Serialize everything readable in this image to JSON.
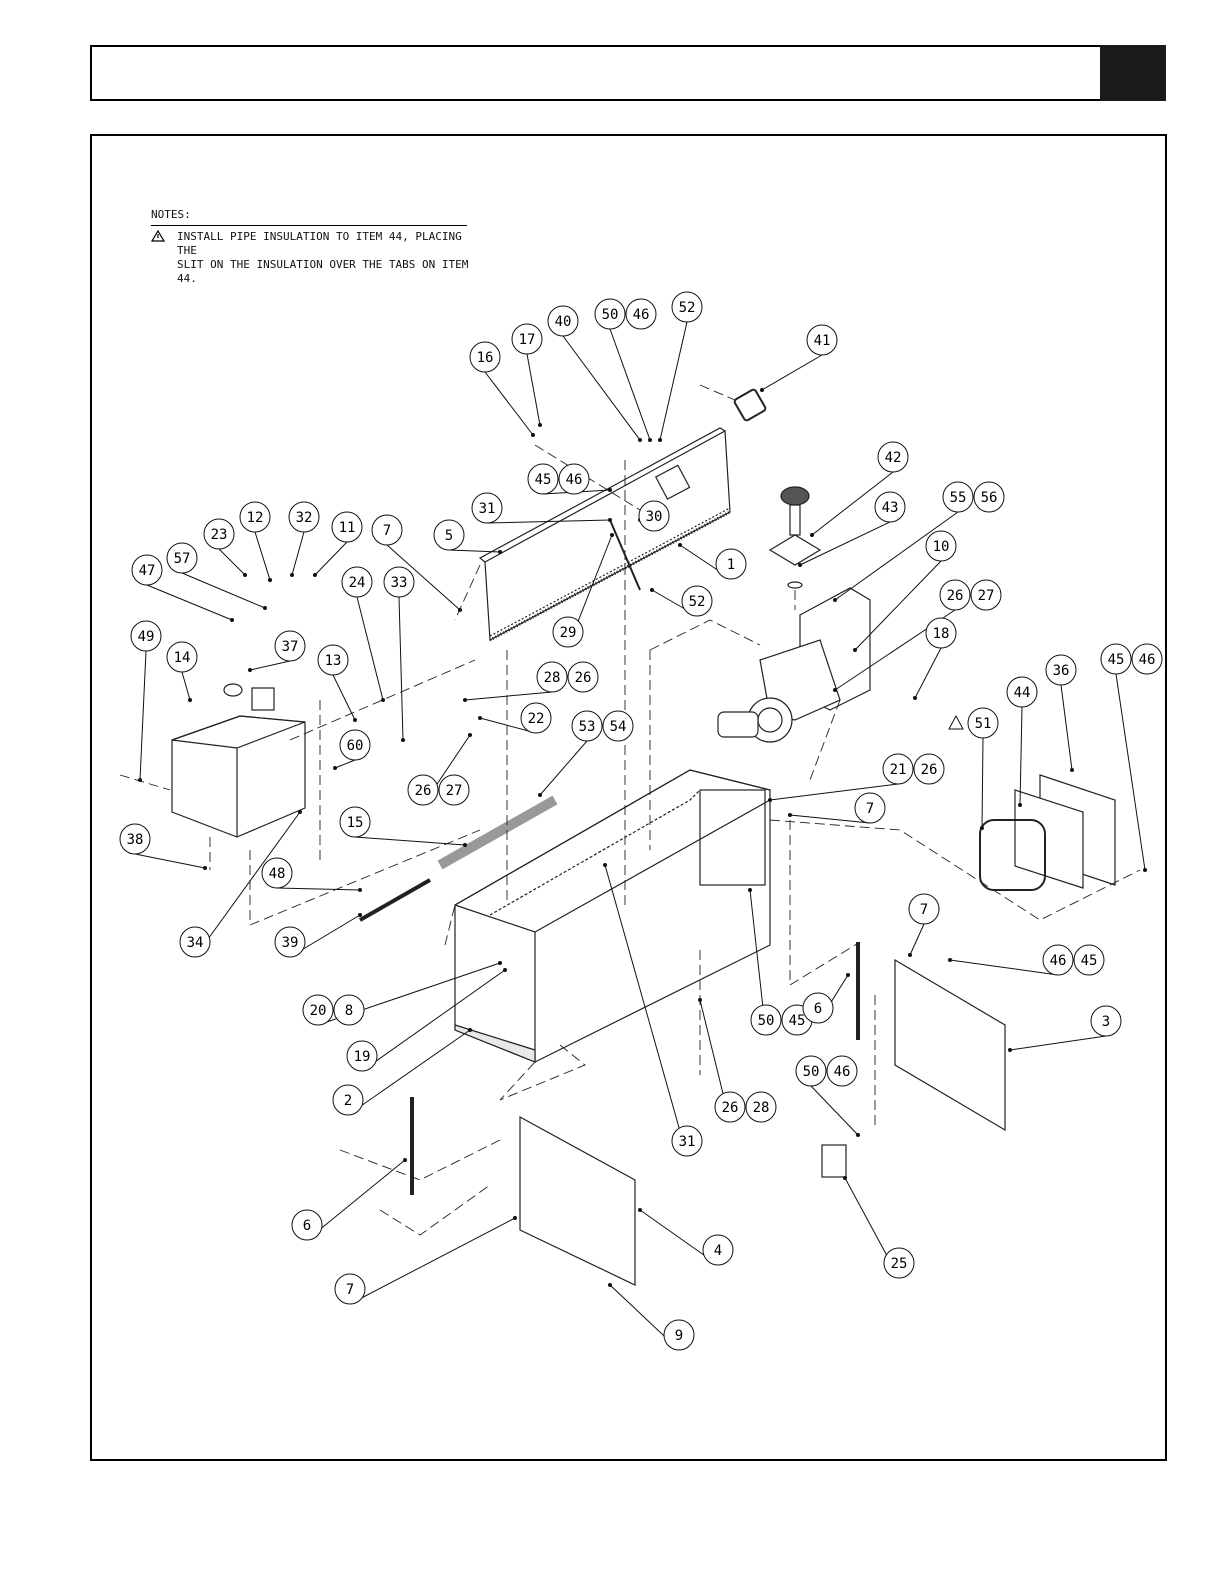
{
  "notes": {
    "title": "NOTES:",
    "items": [
      {
        "symbol": "warning-triangle",
        "text": "INSTALL PIPE INSULATION TO ITEM 44, PLACING THE\nSLIT ON THE INSULATION OVER THE TABS ON ITEM 44."
      }
    ]
  },
  "callouts": [
    {
      "id": "c16",
      "labels": [
        "16"
      ]
    },
    {
      "id": "c17",
      "labels": [
        "17"
      ]
    },
    {
      "id": "c40",
      "labels": [
        "40"
      ]
    },
    {
      "id": "c50-46-top",
      "labels": [
        "50",
        "46"
      ]
    },
    {
      "id": "c52-top",
      "labels": [
        "52"
      ]
    },
    {
      "id": "c41",
      "labels": [
        "41"
      ]
    },
    {
      "id": "c42",
      "labels": [
        "42"
      ]
    },
    {
      "id": "c43",
      "labels": [
        "43"
      ]
    },
    {
      "id": "c55-56",
      "labels": [
        "55",
        "56"
      ]
    },
    {
      "id": "c10",
      "labels": [
        "10"
      ]
    },
    {
      "id": "c26-27-right",
      "labels": [
        "26",
        "27"
      ]
    },
    {
      "id": "c18",
      "labels": [
        "18"
      ]
    },
    {
      "id": "c45-46-upper",
      "labels": [
        "45",
        "46"
      ]
    },
    {
      "id": "c31-upper",
      "labels": [
        "31"
      ]
    },
    {
      "id": "c30",
      "labels": [
        "30"
      ]
    },
    {
      "id": "c5",
      "labels": [
        "5"
      ]
    },
    {
      "id": "c1",
      "labels": [
        "1"
      ]
    },
    {
      "id": "c52-mid",
      "labels": [
        "52"
      ]
    },
    {
      "id": "c29",
      "labels": [
        "29"
      ]
    },
    {
      "id": "c7-upper",
      "labels": [
        "7"
      ]
    },
    {
      "id": "c23",
      "labels": [
        "23"
      ]
    },
    {
      "id": "c12",
      "labels": [
        "12"
      ]
    },
    {
      "id": "c32",
      "labels": [
        "32"
      ]
    },
    {
      "id": "c11",
      "labels": [
        "11"
      ]
    },
    {
      "id": "c57",
      "labels": [
        "57"
      ]
    },
    {
      "id": "c47",
      "labels": [
        "47"
      ]
    },
    {
      "id": "c24",
      "labels": [
        "24"
      ]
    },
    {
      "id": "c33",
      "labels": [
        "33"
      ]
    },
    {
      "id": "c49",
      "labels": [
        "49"
      ]
    },
    {
      "id": "c14",
      "labels": [
        "14"
      ]
    },
    {
      "id": "c37",
      "labels": [
        "37"
      ]
    },
    {
      "id": "c13",
      "labels": [
        "13"
      ]
    },
    {
      "id": "c28-26",
      "labels": [
        "28",
        "26"
      ]
    },
    {
      "id": "c22",
      "labels": [
        "22"
      ]
    },
    {
      "id": "c53-54",
      "labels": [
        "53",
        "54"
      ]
    },
    {
      "id": "c60",
      "labels": [
        "60"
      ]
    },
    {
      "id": "c26-27-mid",
      "labels": [
        "26",
        "27"
      ]
    },
    {
      "id": "c36",
      "labels": [
        "36"
      ]
    },
    {
      "id": "c45-46-right",
      "labels": [
        "45",
        "46"
      ]
    },
    {
      "id": "c44",
      "labels": [
        "44"
      ]
    },
    {
      "id": "c51",
      "labels": [
        "51"
      ],
      "symbol": "warning-triangle"
    },
    {
      "id": "c21-26",
      "labels": [
        "21",
        "26"
      ]
    },
    {
      "id": "c7-mid",
      "labels": [
        "7"
      ]
    },
    {
      "id": "c15",
      "labels": [
        "15"
      ]
    },
    {
      "id": "c38",
      "labels": [
        "38"
      ]
    },
    {
      "id": "c48",
      "labels": [
        "48"
      ]
    },
    {
      "id": "c34",
      "labels": [
        "34"
      ]
    },
    {
      "id": "c39",
      "labels": [
        "39"
      ]
    },
    {
      "id": "c7-right",
      "labels": [
        "7"
      ]
    },
    {
      "id": "c46-45",
      "labels": [
        "46",
        "45"
      ]
    },
    {
      "id": "c20-8",
      "labels": [
        "20",
        "8"
      ]
    },
    {
      "id": "c50-45",
      "labels": [
        "50",
        "45"
      ]
    },
    {
      "id": "c6-right",
      "labels": [
        "6"
      ]
    },
    {
      "id": "c3",
      "labels": [
        "3"
      ]
    },
    {
      "id": "c19",
      "labels": [
        "19"
      ]
    },
    {
      "id": "c2",
      "labels": [
        "2"
      ]
    },
    {
      "id": "c26-28",
      "labels": [
        "26",
        "28"
      ]
    },
    {
      "id": "c31-lower",
      "labels": [
        "31"
      ]
    },
    {
      "id": "c50-46-lower",
      "labels": [
        "50",
        "46"
      ]
    },
    {
      "id": "c6-left",
      "labels": [
        "6"
      ]
    },
    {
      "id": "c4",
      "labels": [
        "4"
      ]
    },
    {
      "id": "c25",
      "labels": [
        "25"
      ]
    },
    {
      "id": "c7-lower",
      "labels": [
        "7"
      ]
    },
    {
      "id": "c9",
      "labels": [
        "9"
      ]
    }
  ]
}
